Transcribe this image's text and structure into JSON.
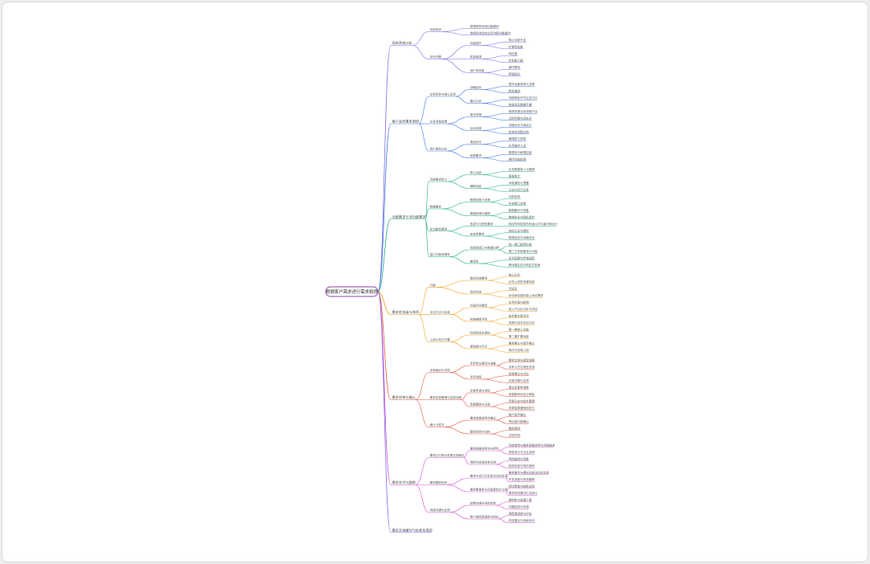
{
  "root": {
    "label": "根据客户需求进行需求梳理"
  },
  "colors": [
    "#7b68ee",
    "#3a75e0",
    "#1fae8a",
    "#f0a020",
    "#e35440",
    "#d64fd2"
  ],
  "branches": [
    {
      "label": "现有系统分析",
      "children": [
        {
          "label": "系统现状",
          "children": [
            {
              "label": "梳理现有系统功能模块"
            },
            {
              "label": "梳理系统现有业务流程与数据流"
            }
          ]
        },
        {
          "label": "存在问题",
          "children": [
            {
              "label": "功能缺失",
              "children": [
                {
                  "label": "核心功能不足"
                },
                {
                  "label": "扩展性较差"
                }
              ]
            },
            {
              "label": "性能瓶颈",
              "children": [
                {
                  "label": "响应慢"
                },
                {
                  "label": "并发能力弱"
                }
              ]
            },
            {
              "label": "用户体验差",
              "children": [
                {
                  "label": "操作繁琐"
                },
                {
                  "label": "界面陈旧"
                }
              ]
            }
          ]
        }
      ]
    },
    {
      "label": "客户业务需求调研",
      "children": [
        {
          "label": "业务目标与核心诉求",
          "children": [
            {
              "label": "战略目标",
              "children": [
                {
                  "label": "提升运营效率与决策"
                },
                {
                  "label": "降本增效"
                }
              ]
            },
            {
              "label": "痛点分析",
              "children": [
                {
                  "label": "流程审批环节过多冗长"
                },
                {
                  "label": "信息孤岛数据不通"
                }
              ]
            }
          ]
        },
        {
          "label": "业务流程梳理",
          "children": [
            {
              "label": "现状流程",
              "children": [
                {
                  "label": "梳理关键业务流程节点"
                },
                {
                  "label": "识别问题与改进点"
                }
              ]
            },
            {
              "label": "目标流程",
              "children": [
                {
                  "label": "流程优化方案设计"
                },
                {
                  "label": "标准化流程文档"
                }
              ]
            }
          ]
        },
        {
          "label": "用户角色分析",
          "children": [
            {
              "label": "角色划分",
              "children": [
                {
                  "label": "管理层与领导"
                },
                {
                  "label": "业务操作人员"
                }
              ]
            },
            {
              "label": "权限需求",
              "children": [
                {
                  "label": "数据访问权限控制"
                },
                {
                  "label": "操作功能权限"
                }
              ]
            }
          ]
        }
      ]
    },
    {
      "label": "功能需求与非功能需求",
      "children": [
        {
          "label": "功能需求定义",
          "children": [
            {
              "label": "核心功能",
              "children": [
                {
                  "label": "业务数据录入与管理"
                },
                {
                  "label": "报表统计"
                }
              ]
            },
            {
              "label": "辅助功能",
              "children": [
                {
                  "label": "消息通知与提醒"
                },
                {
                  "label": "日志与审计记录"
                }
              ]
            }
          ]
        },
        {
          "label": "数据需求",
          "children": [
            {
              "label": "数据采集与来源",
              "children": [
                {
                  "label": "内部系统"
                },
                {
                  "label": "外部接口对接"
                }
              ]
            },
            {
              "label": "数据存储与管理",
              "children": [
                {
                  "label": "数据备份与恢复"
                },
                {
                  "label": "数据安全与隐私保护"
                }
              ]
            }
          ]
        },
        {
          "label": "非功能性需求",
          "children": [
            {
              "label": "性能与可用性要求",
              "children": [
                {
                  "label": "响应时间控制在秒级以内与高可用设计"
                }
              ]
            },
            {
              "label": "安全性要求",
              "children": [
                {
                  "label": "身份认证与授权"
                },
                {
                  "label": "数据加密与传输安全"
                }
              ]
            }
          ]
        },
        {
          "label": "接口与集成需求",
          "children": [
            {
              "label": "系统间接口与数据交换",
              "children": [
                {
                  "label": "统一接口规范标准"
                },
                {
                  "label": "第三方系统集成与对接"
                }
              ]
            },
            {
              "label": "兼容性",
              "children": [
                {
                  "label": "多浏览器与终端适配"
                },
                {
                  "label": "移动端支持与响应式布局"
                }
              ]
            }
          ]
        }
      ]
    },
    {
      "label": "需求优先级与排序",
      "children": [
        {
          "label": "分级",
          "children": [
            {
              "label": "高优先级需求",
              "children": [
                {
                  "label": "核心业务"
                },
                {
                  "label": "必须上线的关键功能"
                }
              ]
            },
            {
              "label": "低优先级",
              "children": [
                {
                  "label": "可延后"
                },
                {
                  "label": "优化体验类的锦上添花需求"
                }
              ]
            }
          ]
        },
        {
          "label": "评估方法与标准",
          "children": [
            {
              "label": "价值评估模型",
              "children": [
                {
                  "label": "业务价值与影响"
                },
                {
                  "label": "投入产出比分析与评估"
                }
              ]
            },
            {
              "label": "实施难度评估",
              "children": [
                {
                  "label": "技术复杂度评估"
                },
                {
                  "label": "资源与成本评估分析"
                }
              ]
            }
          ]
        },
        {
          "label": "上线计划与节奏",
          "children": [
            {
              "label": "阶段性版本规划",
              "children": [
                {
                  "label": "第一期核心功能"
                },
                {
                  "label": "第二期扩展功能"
                }
              ]
            },
            {
              "label": "里程碑与节点",
              "children": [
                {
                  "label": "需求确认与签字确认"
                },
                {
                  "label": "测试与验收上线"
                }
              ]
            }
          ]
        }
      ]
    },
    {
      "label": "需求评审与确认",
      "children": [
        {
          "label": "评审组织与安排",
          "children": [
            {
              "label": "评审会议组织与准备",
              "children": [
                {
                  "label": "需求文档与原型准备"
                },
                {
                  "label": "评审人员与角色安排"
                }
              ]
            },
            {
              "label": "评审流程",
              "children": [
                {
                  "label": "逐条确认与讨论"
                },
                {
                  "label": "记录问题与反馈"
                }
              ]
            }
          ]
        },
        {
          "label": "需求变更管理与控制流程",
          "children": [
            {
              "label": "变更申请与审批",
              "children": [
                {
                  "label": "提交变更申请单"
                },
                {
                  "label": "变更影响评估与审批"
                }
              ]
            },
            {
              "label": "变更跟踪与记录",
              "children": [
                {
                  "label": "变更日志与版本管理"
                },
                {
                  "label": "变更结果通知相关方"
                }
              ]
            }
          ]
        },
        {
          "label": "确认与签字",
          "children": [
            {
              "label": "需求规格说明书确认",
              "children": [
                {
                  "label": "客户签字确认"
                },
                {
                  "label": "项目组内部确认"
                }
              ]
            },
            {
              "label": "基线冻结与归档",
              "children": [
                {
                  "label": "需求基线"
                },
                {
                  "label": "文档归档"
                }
              ]
            }
          ]
        }
      ]
    },
    {
      "label": "需求交付与跟踪",
      "children": [
        {
          "label": "需求交付物与成果文档输出",
          "children": [
            {
              "label": "需求规格说明书与附件",
              "children": [
                {
                  "label": "功能清单与需求规格说明书详细描述"
                },
                {
                  "label": "原型设计与交互说明"
                }
              ]
            },
            {
              "label": "用例与验收标准文档",
              "children": [
                {
                  "label": "用例描述与场景"
                },
                {
                  "label": "验收标准与测试用例"
                }
              ]
            }
          ]
        },
        {
          "label": "需求跟踪矩阵",
          "children": [
            {
              "label": "需求与设计开发测试对应关系",
              "children": [
                {
                  "label": "需求编号与模块功能对应关系表"
                },
                {
                  "label": "开发进度与状态跟踪"
                }
              ]
            },
            {
              "label": "需求覆盖率与完成度统计分析",
              "children": [
                {
                  "label": "测试覆盖与缺陷关联"
                },
                {
                  "label": "需求完成情况汇总统计"
                }
              ]
            }
          ]
        },
        {
          "label": "持续沟通与反馈",
          "children": [
            {
              "label": "定期沟通与例会机制",
              "children": [
                {
                  "label": "周例会与进度汇报"
                },
                {
                  "label": "问题反馈与处理"
                }
              ]
            },
            {
              "label": "客户满意度调查与回访",
              "children": [
                {
                  "label": "满意度调查与评估"
                },
                {
                  "label": "改进建议与持续优化"
                }
              ]
            }
          ]
        }
      ]
    },
    {
      "label": "需求文档编写与标准化规范",
      "children": []
    }
  ]
}
